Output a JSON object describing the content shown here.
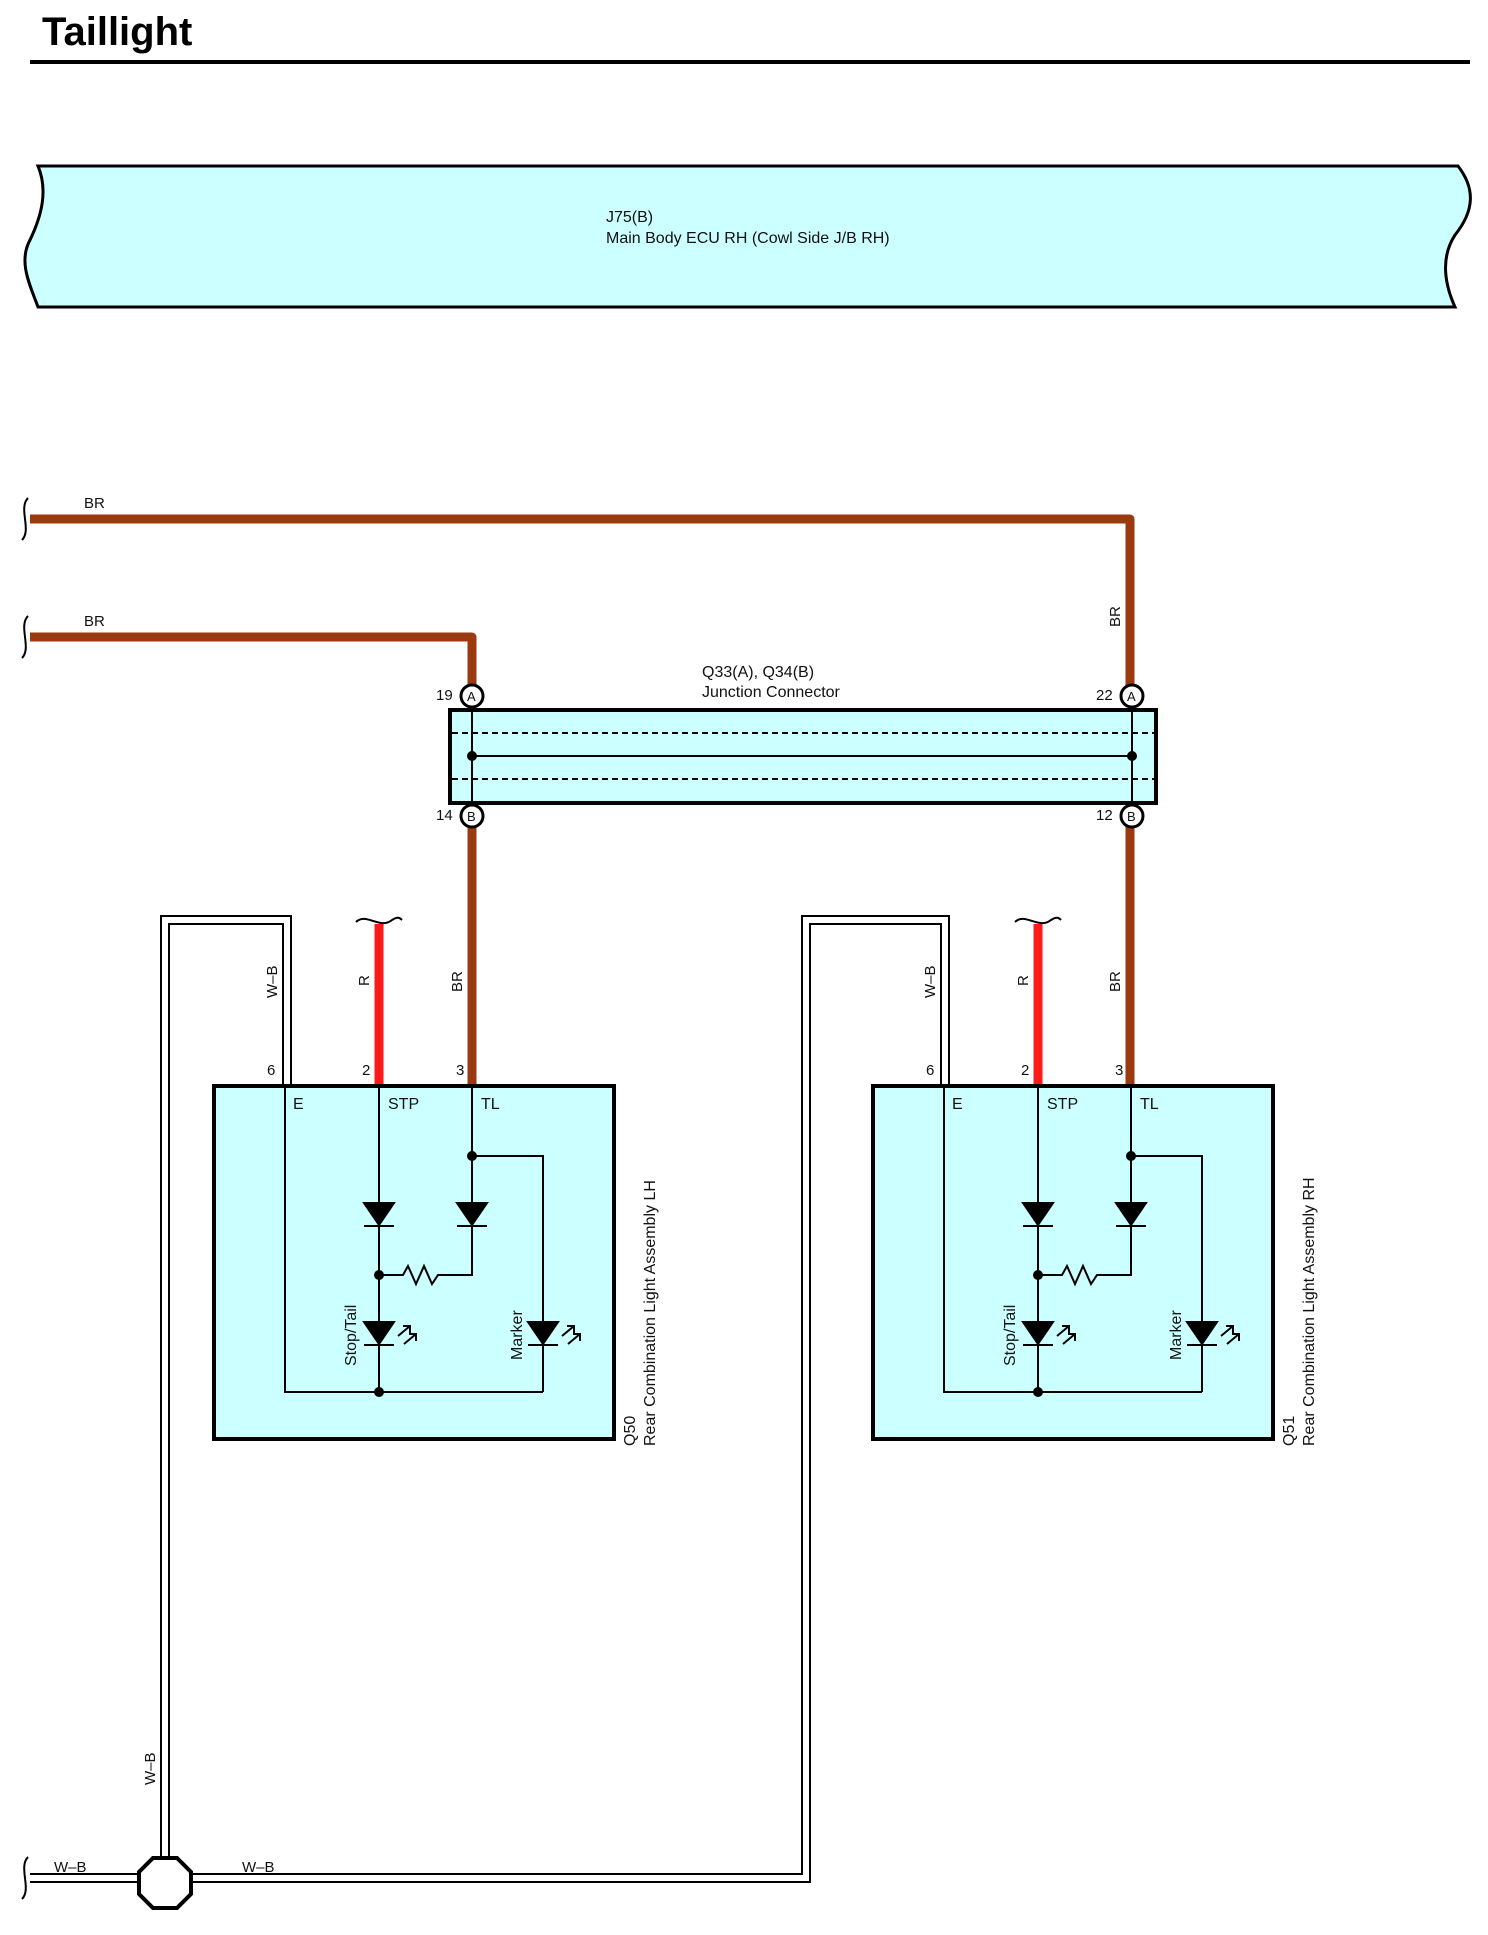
{
  "title": "Taillight",
  "ecu": {
    "code": "J75(B)",
    "name": "Main Body ECU RH (Cowl Side J/B RH)"
  },
  "junction_connector": {
    "code": "Q33(A), Q34(B)",
    "name": "Junction Connector",
    "connector_a_letter": "A",
    "connector_b_letter": "B",
    "pins": {
      "left_top": "19",
      "right_top": "22",
      "left_bottom": "14",
      "right_bottom": "12"
    }
  },
  "wires": {
    "br": "BR",
    "r": "R",
    "wb": "W–B"
  },
  "lamps": [
    {
      "code": "Q50",
      "name": "Rear Combination Light Assembly LH",
      "pins": {
        "e": "6",
        "stp": "2",
        "tl": "3"
      },
      "terminals": {
        "e": "E",
        "stp": "STP",
        "tl": "TL"
      },
      "stop_tail_label": "Stop/Tail",
      "marker_label": "Marker"
    },
    {
      "code": "Q51",
      "name": "Rear Combination Light Assembly RH",
      "pins": {
        "e": "6",
        "stp": "2",
        "tl": "3"
      },
      "terminals": {
        "e": "E",
        "stp": "STP",
        "tl": "TL"
      },
      "stop_tail_label": "Stop/Tail",
      "marker_label": "Marker"
    }
  ],
  "colors": {
    "brown_wire": "#9b3a0e",
    "red_wire": "#ff1a1a",
    "component_fill": "#ccffff",
    "line": "#000000"
  }
}
